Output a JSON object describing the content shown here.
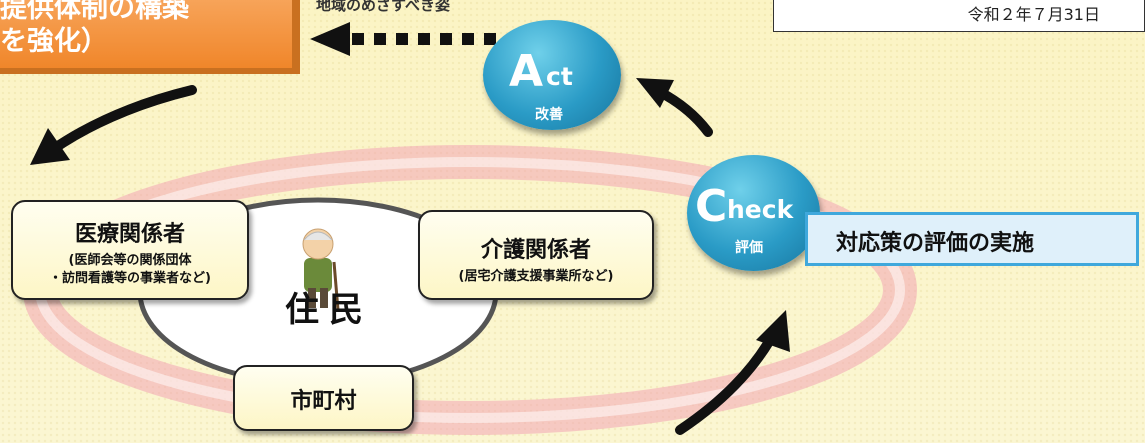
{
  "banner": {
    "line1": "提供体制の構築",
    "line2": "を強化）"
  },
  "goal_label": "地域のめざすべき姿",
  "date": "令和２年７月31日",
  "act": {
    "letter": "A",
    "rest": "ct",
    "ja": "改善"
  },
  "check": {
    "letter": "C",
    "rest": "heck",
    "ja": "評価"
  },
  "evaluation_box": "対応策の評価の実施",
  "medical": {
    "title": "医療関係者",
    "sub1": "(医師会等の関係団体",
    "sub2": "・訪問看護等の事業者など)"
  },
  "care": {
    "title": "介護関係者",
    "sub": "(居宅介護支援事業所など)"
  },
  "residents": "住民",
  "municipality": "市町村",
  "colors": {
    "banner": "#f0862a",
    "circle": "#2a9bc6",
    "eval_border": "#3fa8dc",
    "ring": "#f2a0b0"
  }
}
